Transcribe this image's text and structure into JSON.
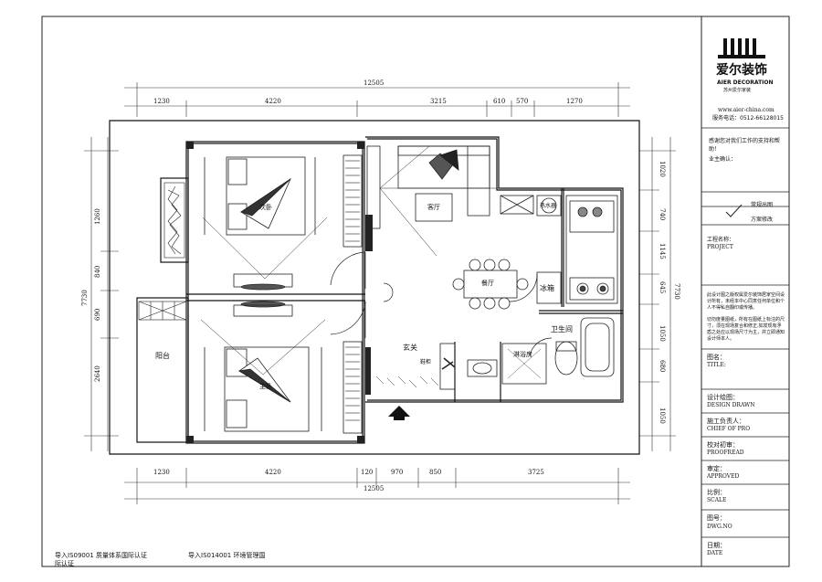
{
  "plan": {
    "dims_top": {
      "overall": "12505",
      "segments": [
        "1230",
        "4220",
        "3215",
        "610",
        "570",
        "1270"
      ]
    },
    "dims_bottom": {
      "overall": "12505",
      "segments": [
        "1230",
        "4220",
        "120",
        "970",
        "850",
        "3725"
      ]
    },
    "dims_left": {
      "overall": "7730",
      "segments": [
        "1260",
        "840",
        "690",
        "2640"
      ]
    },
    "dims_right": {
      "overall": "7730",
      "segments": [
        "1020",
        "740",
        "1145",
        "645",
        "1050",
        "680",
        "1050"
      ]
    },
    "rooms": {
      "bedroom_upper": "次卧",
      "bedroom_lower": "主卧",
      "living": "客厅",
      "dining": "餐厅",
      "fridge": "冰箱",
      "balcony": "阳台",
      "entry": "玄关",
      "shoe_cabinet": "鞋柜",
      "shower": "淋浴房",
      "bathroom": "卫生间",
      "boiler": "热水器"
    }
  },
  "title_block": {
    "logo_main": "爱尔装饰",
    "logo_en": "AIER DECORATION",
    "logo_sub": "苏州爱尔家装",
    "website": "www.aier-china.com",
    "phone": "服务电话：0512-66128015",
    "thanks": "感谢您对我们工作的支持和帮助！",
    "owner_confirm": "业主确认：",
    "option1": "常规出图",
    "option2": "方案修改",
    "project_label": "工程名称：",
    "project_en": "PROJECT",
    "notes1": "此设计图之版权属爱尔装饰居家空间设计所有，未经本中心同意任何单位和个人不得私自翻印或传播。",
    "notes2": "切勿度量图纸，所有在图纸上标注的尺寸，须在现场复合和修正,如发现有矛盾之处应以现场尺寸为主，并立即通知设计师本人。",
    "title_label": "图名：",
    "title_en": "TITLE:",
    "designer_label": "设计绘图：",
    "designer_en": "DESIGN DRAWN",
    "chief_label": "施工负责人：",
    "chief_en": "CHIEF OF PRO",
    "proof_label": "校对初审：",
    "proof_en": "PROOFREAD",
    "approve_label": "审定：",
    "approve_en": "APPROVED",
    "scale_label": "比例：",
    "scale_en": "SCALE",
    "dwg_label": "图号：",
    "dwg_en": "DWG.NO",
    "date_label": "日期：",
    "date_en": "DATE"
  },
  "footer": {
    "iso1": "导入IS09001   质量体系国际认证",
    "iso2": "导入IS014001  环境管理国",
    "cut": "际认证"
  }
}
